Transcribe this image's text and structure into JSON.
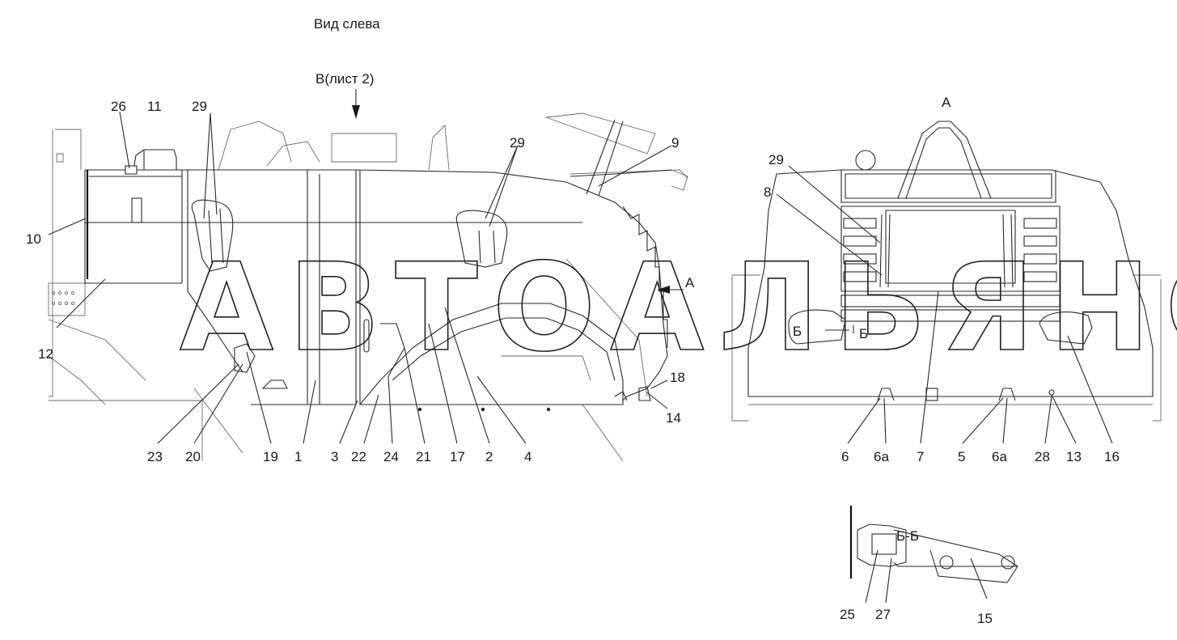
{
  "titles": {
    "view_left": "Вид слева",
    "arrow_b": "В(лист 2)",
    "view_a": "А",
    "arrow_a": "А",
    "section_bb": "Б-Б",
    "mark_b_left": "Б",
    "mark_b_right": "Б"
  },
  "watermark": "АВТОАЛЬЯНС",
  "left_view_labels": [
    "26",
    "11",
    "29",
    "10",
    "12",
    "23",
    "20",
    "19",
    "1",
    "3",
    "22",
    "24",
    "21",
    "17",
    "2",
    "4",
    "14",
    "18",
    "9",
    "29"
  ],
  "front_view_labels": [
    "29",
    "8",
    "6",
    "6а",
    "7",
    "5",
    "6а",
    "28",
    "13",
    "16"
  ],
  "section_labels": [
    "25",
    "27",
    "15"
  ]
}
